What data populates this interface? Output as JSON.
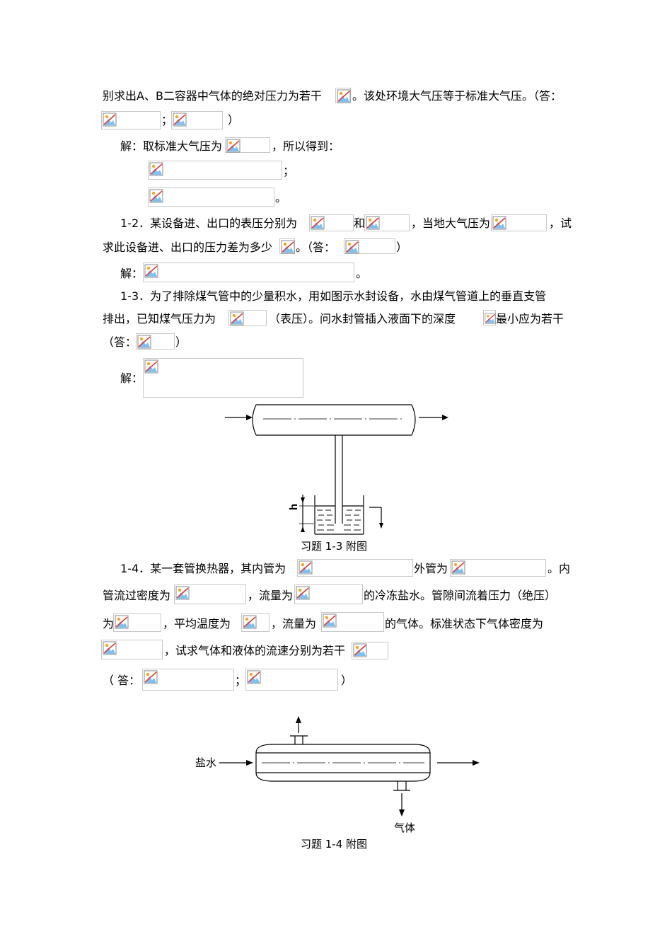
{
  "lines": {
    "l1a": "别求出A、B二容器中气体的绝对压力为若干",
    "l1b": "。该处环境大气压等于标准大气压。（答：",
    "l2_semicolon": "；",
    "l2_close": "）",
    "l3_label": "解：取标准大气压为",
    "l3_tail": "，所以得到：",
    "l4_tail": "；",
    "l5_tail": "。",
    "p12_a": "1-2．某设备进、出口的表压分别为",
    "p12_and": "和",
    "p12_b": "，当地大气压为",
    "p12_c": "，试",
    "p12_d": "求此设备进、出口的压力差为多少",
    "p12_e": "。（答：",
    "p12_close": "）",
    "p12_sol": "解：",
    "p12_sol_end": "。",
    "p13_a": "1-3．为了排除煤气管中的少量积水，用如图示水封设备，水由煤气管道上的垂直支管",
    "p13_b": "排出，已知煤气压力为",
    "p13_c": "（表压）。问水封管插入液面下的深度",
    "p13_d": "最小应为若干",
    "p13_e": "（答：",
    "p13_close": "）",
    "p13_sol": "解：",
    "p14_a": "1-4．某一套管换热器，其内管为",
    "p14_b": "外管为",
    "p14_c": "。内",
    "p14_d": "管流过密度为",
    "p14_e": "，流量为",
    "p14_f": "的冷冻盐水。管隙间流着压力（绝压）",
    "p14_g": "为",
    "p14_h": "，平均温度为",
    "p14_i": "，流量为",
    "p14_j": "的气体。标准状态下气体密度为",
    "p14_k": "，试求气体和液体的流速分别为若干",
    "p14_l": "（ 答：",
    "p14_semi": "；",
    "p14_close": "）"
  },
  "figures": {
    "fig13_caption": "习题 1-3 附图",
    "fig13_h_label": "h",
    "fig14_caption": "习题 1-4 附图",
    "fig14_inlet_label": "盐水",
    "fig14_outlet_label": "气体"
  },
  "colors": {
    "placeholder_border": "#c8c8c8",
    "icon_sky": "#4aa3df",
    "icon_hill": "#7ec0ee",
    "icon_sun": "#f5a623",
    "icon_slash": "#e53935"
  }
}
